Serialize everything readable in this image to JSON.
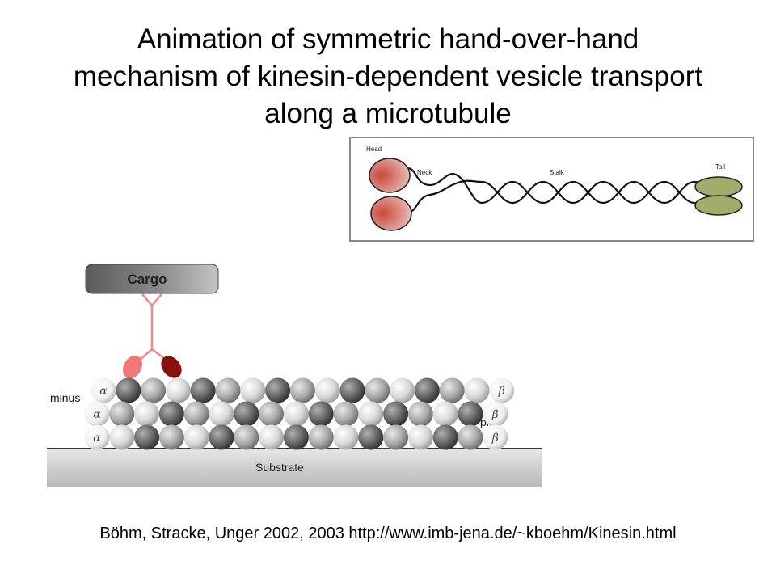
{
  "title": {
    "line1": "Animation of symmetric hand-over-hand",
    "line2": "mechanism of kinesin-dependent vesicle transport",
    "line3": "along a microtubule"
  },
  "kinesin_diagram": {
    "head_label": "Head",
    "neck_label": "Neck",
    "stalk_label": "Stalk",
    "tail_label": "Tail",
    "colors": {
      "head": "#c8473a",
      "tail": "#a3ad6b"
    }
  },
  "microtubule_diagram": {
    "cargo_label": "Cargo",
    "minus_label": "minus",
    "plus_label": "plus",
    "substrate_label": "Substrate",
    "alpha_symbol": "α",
    "beta_symbol": "β",
    "colors": {
      "linker": "#f08a8a",
      "head_light": "#f07878",
      "head_dark": "#8b1010",
      "substrate": "#c8c8c8"
    }
  },
  "citation": "Böhm, Stracke, Unger 2002, 2003 http://www.imb-jena.de/~kboehm/Kinesin.html"
}
